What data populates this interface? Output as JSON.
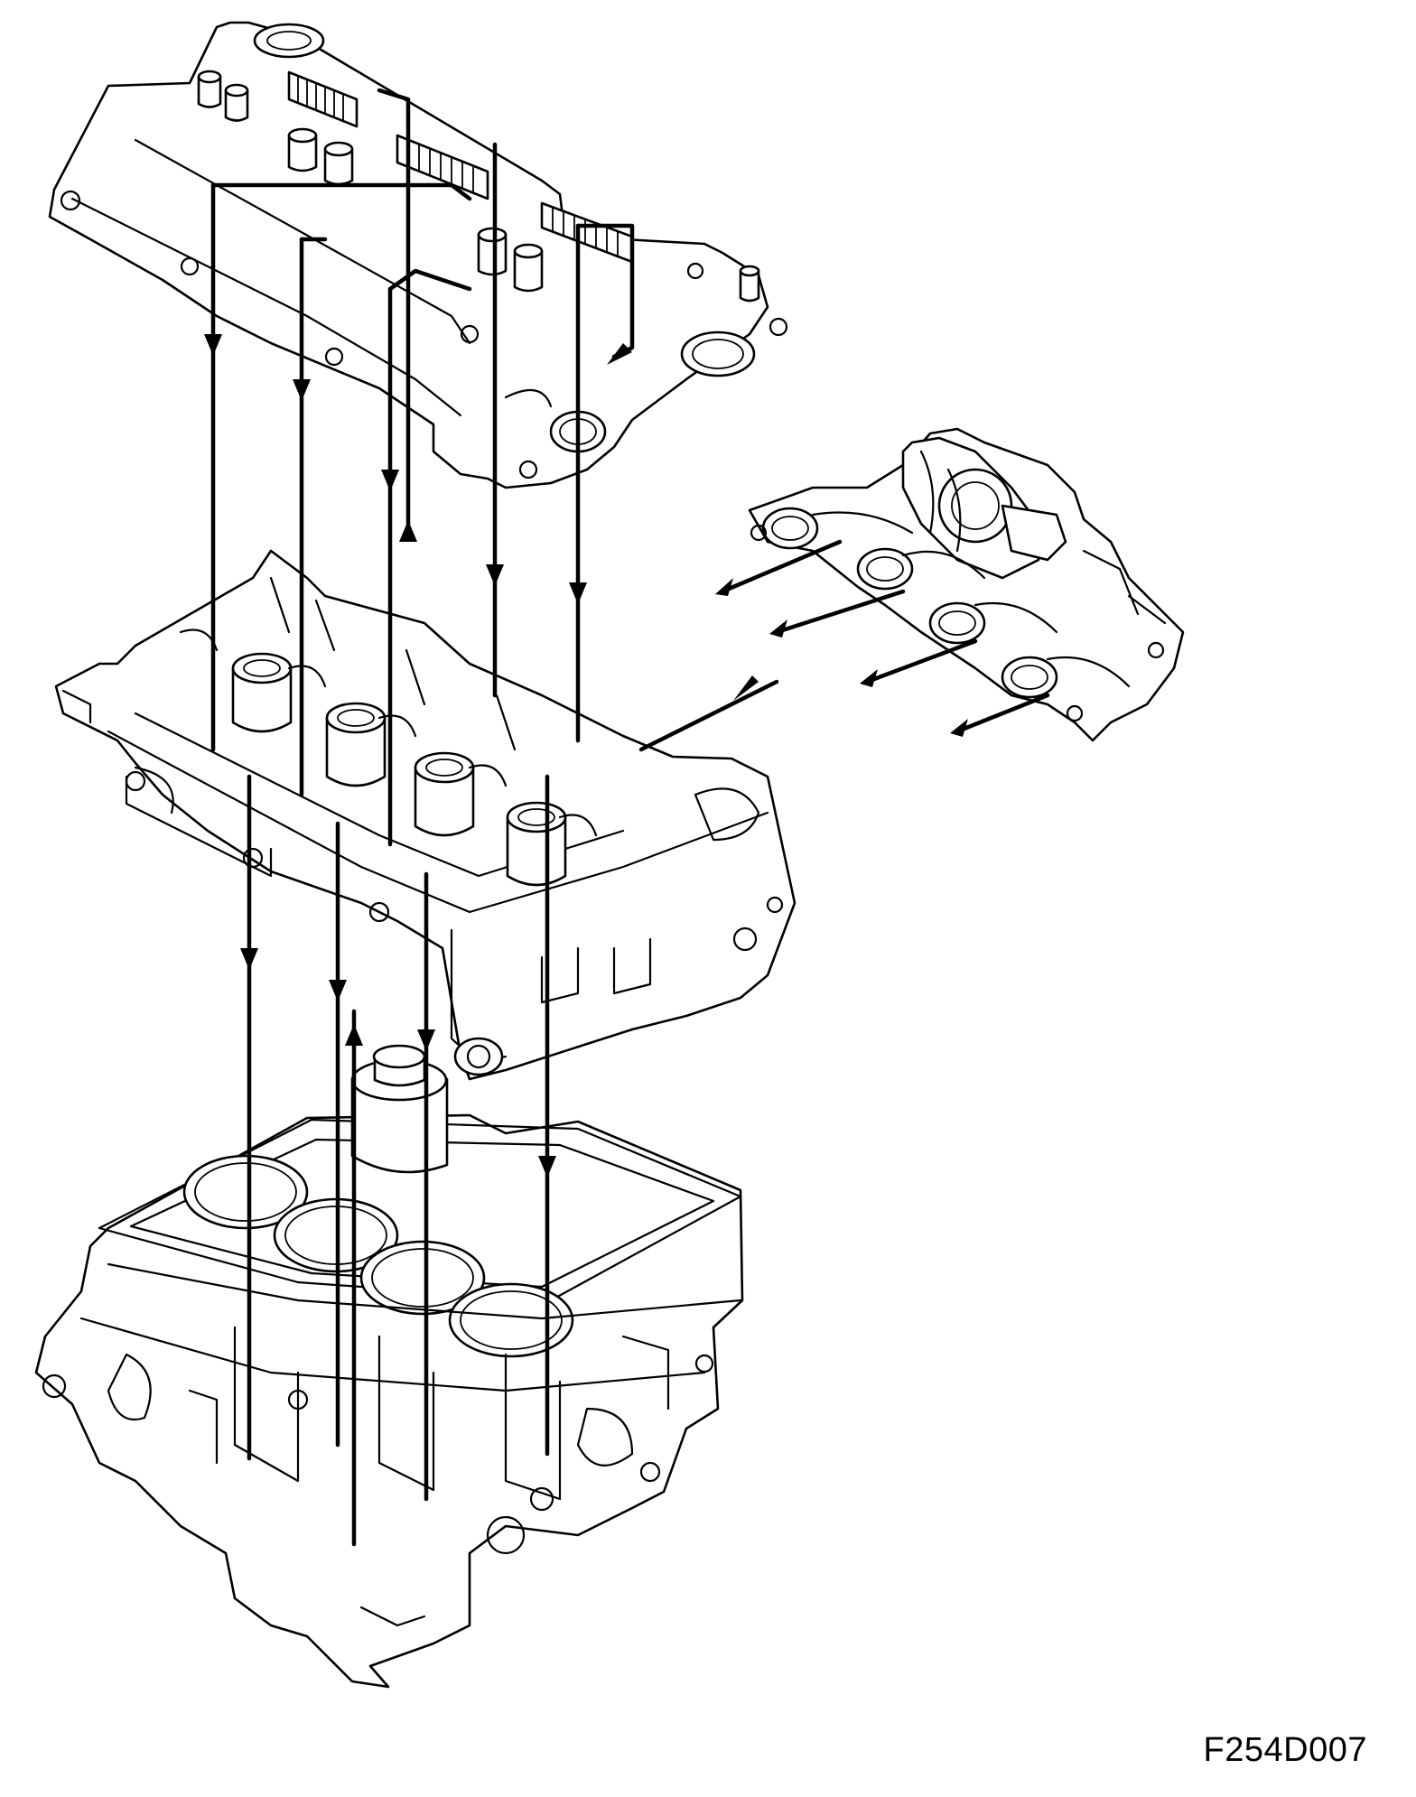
{
  "figure": {
    "code": "F254D007"
  },
  "parts": [
    {
      "id": "camshaft-cover",
      "icon": "camshaft-cover-drawing"
    },
    {
      "id": "cylinder-head",
      "icon": "cylinder-head-drawing"
    },
    {
      "id": "intake-manifold",
      "icon": "intake-manifold-drawing"
    },
    {
      "id": "cylinder-block",
      "icon": "cylinder-block-drawing"
    }
  ],
  "colors": {
    "line": "#000000",
    "background": "#ffffff"
  }
}
